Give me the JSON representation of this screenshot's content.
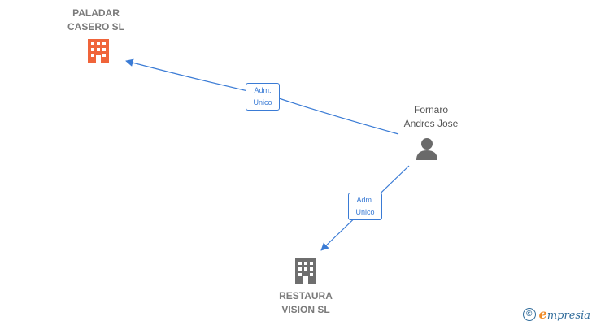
{
  "nodes": {
    "paladar": {
      "name_line1": "PALADAR",
      "name_line2": "CASERO  SL",
      "icon": "building-icon",
      "color": "#f0643a"
    },
    "person": {
      "name_line1": "Fornaro",
      "name_line2": "Andres Jose",
      "icon": "person-icon",
      "color": "#555555"
    },
    "restaura": {
      "name_line1": "RESTAURA",
      "name_line2": "VISION  SL",
      "icon": "building-icon",
      "color": "#6e6e6e"
    }
  },
  "edges": {
    "to_paladar": {
      "label_line1": "Adm.",
      "label_line2": "Unico"
    },
    "to_restaura": {
      "label_line1": "Adm.",
      "label_line2": "Unico"
    }
  },
  "colors": {
    "edge": "#3a7bd5",
    "watermark": "#2f6b9a",
    "watermark_accent": "#f08a24"
  },
  "watermark": {
    "symbol": "©",
    "brand_first": "e",
    "brand_rest": "mpresia"
  }
}
